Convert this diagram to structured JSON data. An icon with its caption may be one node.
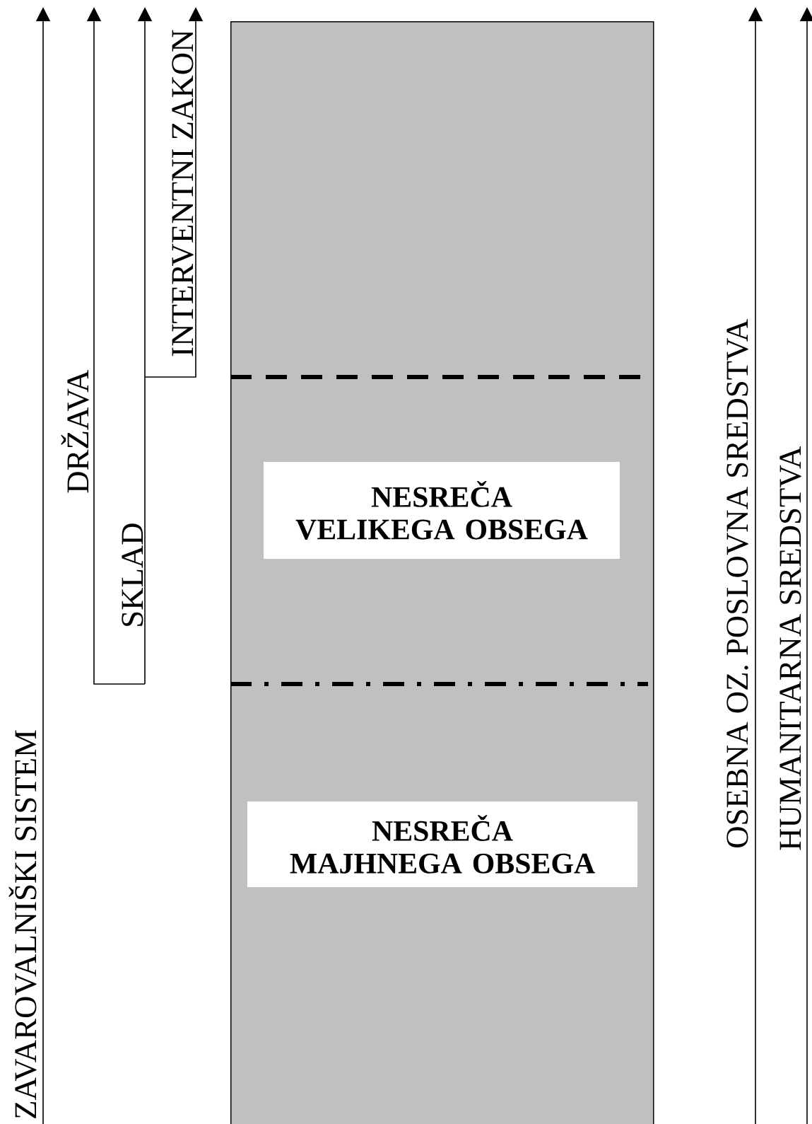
{
  "diagram": {
    "nodes": [
      {
        "text": [],
        "shape": "bar"
      },
      {
        "text": [
          "NESREČA VELIKEGA OBSEGA"
        ],
        "in": 0
      },
      {
        "text": [
          "NESREČA MAJHNEGA OBSEGA"
        ],
        "in": 0
      }
    ],
    "edges": [],
    "labels": [
      "ZAVAROVALNIŠKI SISTEM",
      "DRŽAVA",
      "SKLAD",
      "INTERVENTNI ZAKON",
      "OSEBNA  OZ. POSLOVNA SREDSTVA",
      "HUMANITARNA SREDSTVA"
    ]
  }
}
